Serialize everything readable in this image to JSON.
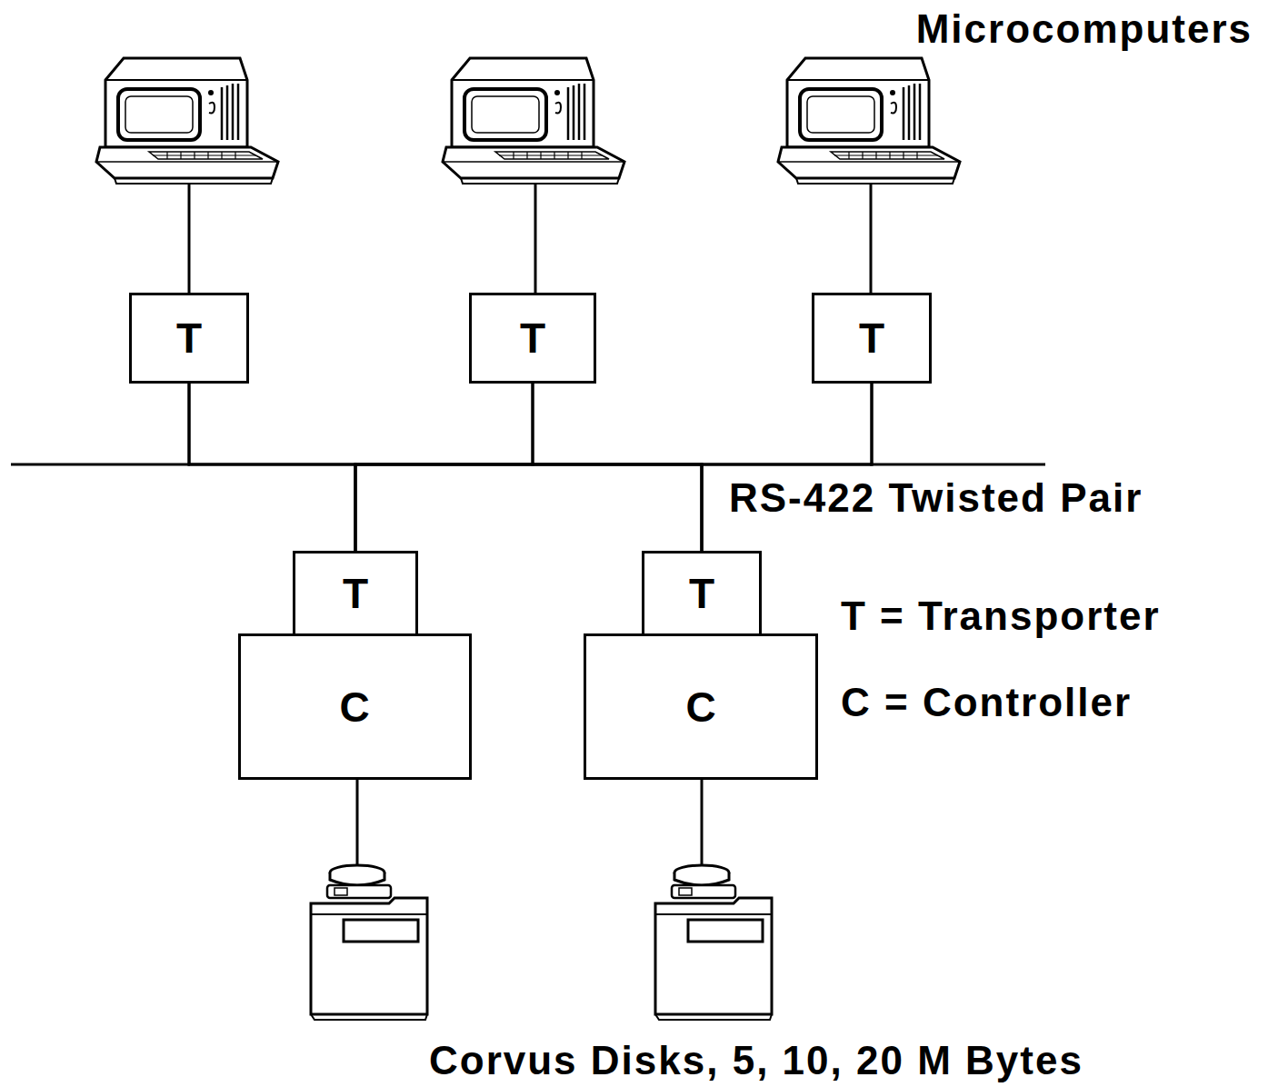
{
  "diagram": {
    "nodes": [
      {
        "text": [
          "T"
        ]
      },
      {
        "text": [
          "T"
        ]
      },
      {
        "text": [
          "T"
        ]
      },
      {
        "text": [
          "T"
        ]
      },
      {
        "text": [
          "T"
        ]
      },
      {
        "text": [
          "C"
        ]
      },
      {
        "text": [
          "C"
        ]
      }
    ],
    "edges": [
      {
        "from": 0,
        "to": 3,
        "arrow": "none"
      },
      {
        "from": 0,
        "to": 4,
        "arrow": "none"
      },
      {
        "from": 1,
        "to": 3,
        "arrow": "none"
      },
      {
        "from": 1,
        "to": 4,
        "arrow": "none"
      },
      {
        "from": 2,
        "to": 3,
        "arrow": "none"
      },
      {
        "from": 2,
        "to": 4,
        "arrow": "none"
      }
    ],
    "labels": [
      "Microcomputers",
      "RS-422 Twisted Pair",
      "T = Transporter",
      "C = Controller",
      "Corvus Disks, 5, 10, 20 M Bytes"
    ]
  }
}
